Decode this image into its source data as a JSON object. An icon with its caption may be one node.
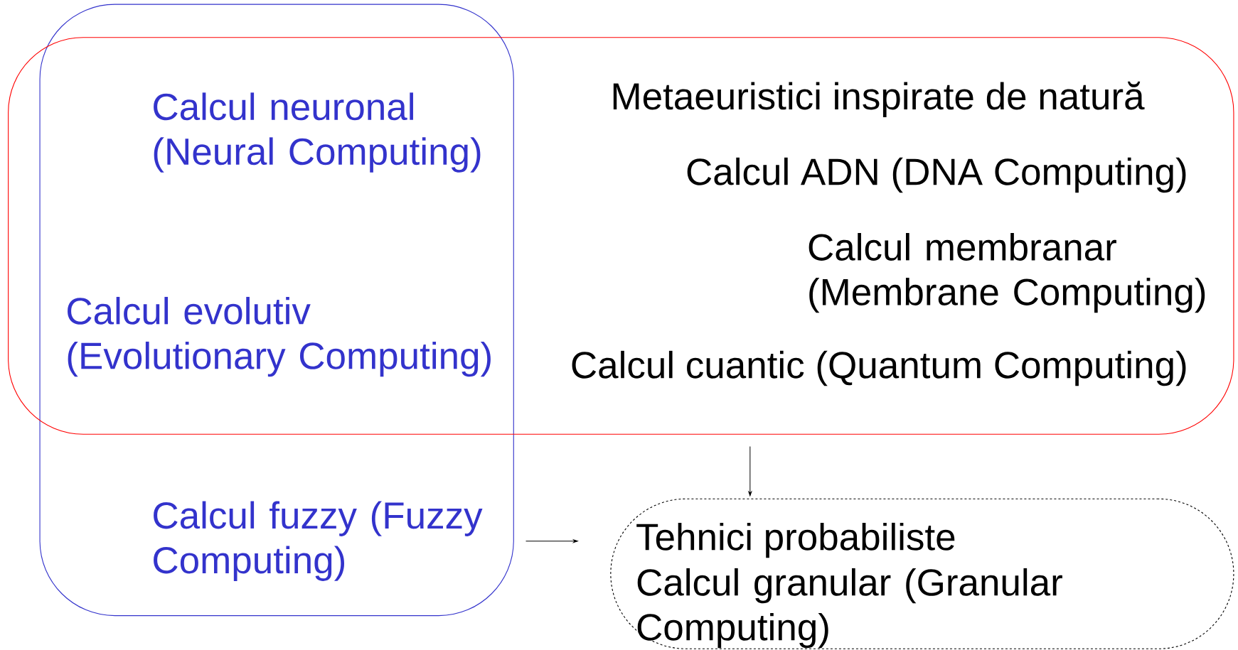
{
  "diagram": {
    "nodes": [
      {
        "text": [
          "Calcul neuronal (Neural Computing)",
          "Calcul evolutiv (Evolutionary Computing)",
          "Calcul fuzzy (Fuzzy Computing)"
        ]
      },
      {
        "text": [
          "Metaeuristici inspirate de natură",
          "Calcul ADN (DNA Computing)",
          "Calcul membranar (Membrane Computing)",
          "Calcul cuantic (Quantum Computing)"
        ]
      },
      {
        "text": [
          "Tehnici probabiliste",
          "Calcul granular (Granular Computing)"
        ]
      }
    ],
    "edges": [
      {
        "from": 0,
        "to": 2,
        "arrow": "to"
      },
      {
        "from": 1,
        "to": 2,
        "arrow": "to"
      }
    ]
  }
}
